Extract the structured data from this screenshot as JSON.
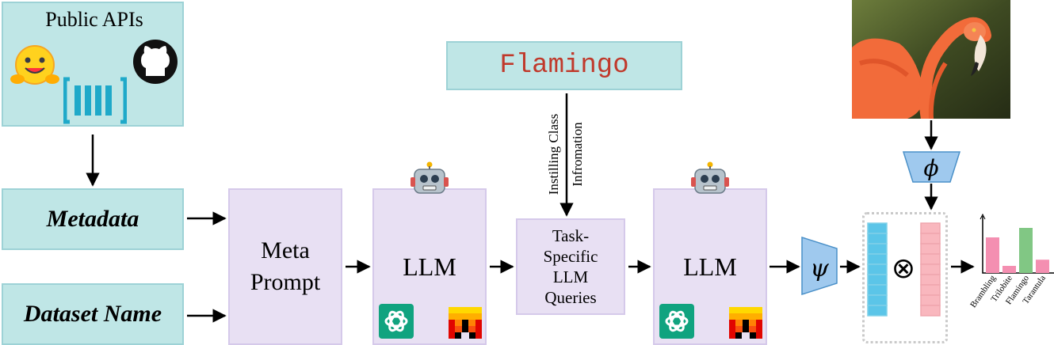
{
  "public_apis": {
    "title": "Public APIs"
  },
  "inputs": {
    "metadata": "Metadata",
    "dataset_name": "Dataset Name"
  },
  "meta_prompt": {
    "line1": "Meta",
    "line2": "Prompt"
  },
  "llm": {
    "label": "LLM"
  },
  "flamingo_class": "Flamingo",
  "instill": {
    "line1": "Instilling Class",
    "line2": "Infromation"
  },
  "task": {
    "line1": "Task-",
    "line2": "Specific",
    "line3": "LLM",
    "line4": "Queries"
  },
  "encoders": {
    "image": "ϕ",
    "text": "ψ"
  },
  "operator": "⊗",
  "icons": [
    "hugging-face-icon",
    "github-icon",
    "pypi-bracket-icon",
    "robot-icon",
    "openai-icon",
    "mistral-icon"
  ],
  "colors": {
    "teal": "#bfe6e6",
    "lavender": "#e8e0f3",
    "encoder": "#9fc9ee",
    "class_red": "#c0392b"
  },
  "chart_data": {
    "type": "bar",
    "categories": [
      "Brambling",
      "Trilobite",
      "Flamingo",
      "Tarantula"
    ],
    "values": [
      0.75,
      0.15,
      0.95,
      0.28
    ],
    "colors": [
      "#f48fb1",
      "#f48fb1",
      "#81c784",
      "#f48fb1"
    ]
  }
}
